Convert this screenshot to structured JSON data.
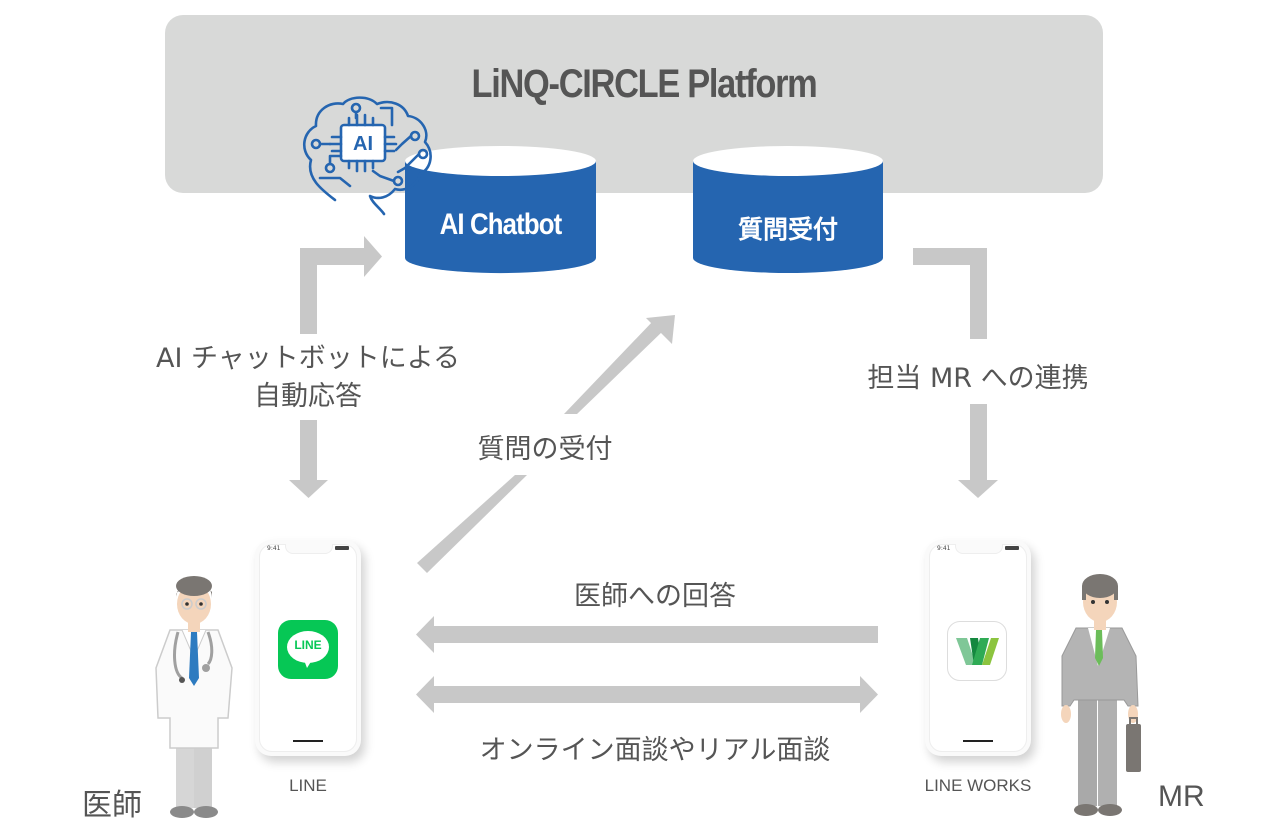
{
  "platform": {
    "title": "LiNQ-CIRCLE Platform"
  },
  "databases": [
    {
      "id": "ai-chatbot",
      "label": "AI Chatbot",
      "color": "#2565b0"
    },
    {
      "id": "question-intake",
      "label": "質問受付",
      "color": "#2565b0"
    }
  ],
  "ai_badge": {
    "icon": "ai-brain-chip-icon",
    "text": "AI"
  },
  "flows": {
    "auto_reply": {
      "line1": "AI チャットボットによる",
      "line2": "自動応答"
    },
    "question_intake": "質問の受付",
    "mr_handoff": "担当 MR への連携",
    "answer_to_doctor": "医師への回答",
    "meetings": "オンライン面談やリアル面談"
  },
  "phones": [
    {
      "id": "doctor-phone",
      "status_time": "9:41",
      "app_icon": "line-app-icon",
      "app_text": "LINE",
      "caption": "LINE",
      "icon_color": "#06c755"
    },
    {
      "id": "mr-phone",
      "status_time": "9:41",
      "app_icon": "line-works-app-icon",
      "app_text": "W",
      "caption": "LINE WORKS"
    }
  ],
  "roles": {
    "doctor": "医師",
    "mr": "MR"
  },
  "colors": {
    "platform_bg": "#d8d9d8",
    "arrow": "#c8c8c8",
    "db_blue": "#2565b0",
    "text": "#555555"
  }
}
